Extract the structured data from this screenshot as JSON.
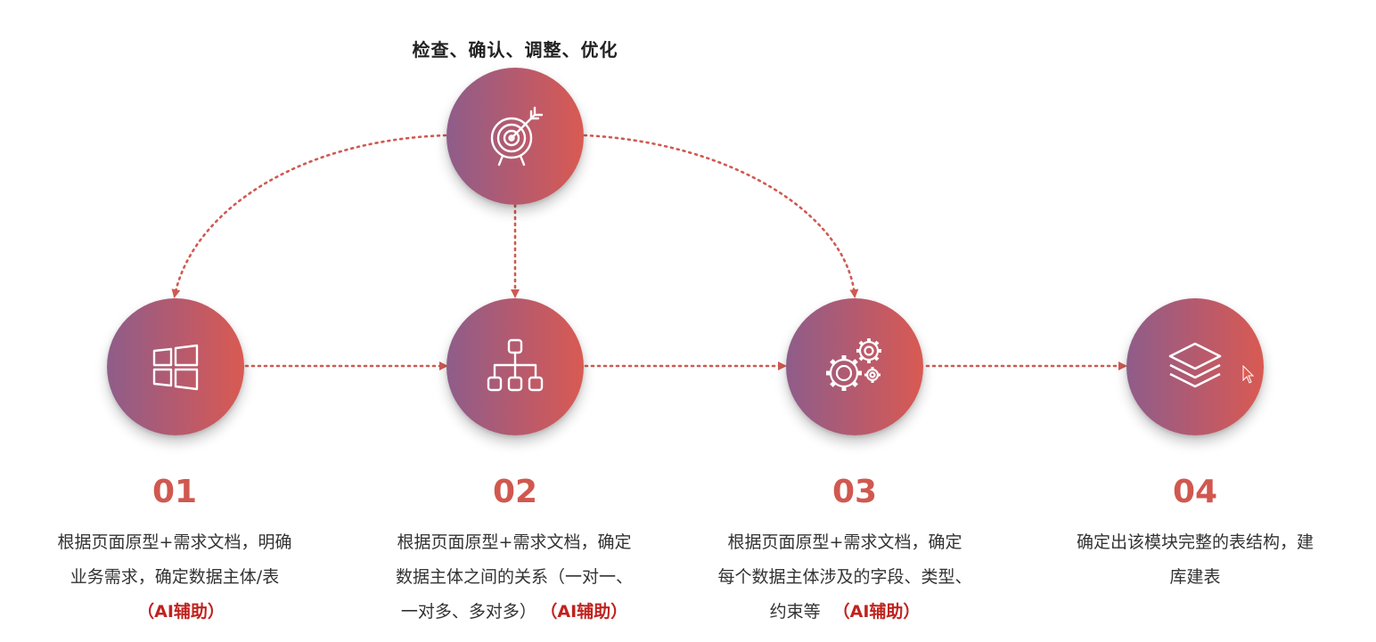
{
  "top": {
    "label": "检查、确认、调整、优化",
    "icon": "target-icon"
  },
  "accent_color": "#d0584f",
  "ai_color": "#c0231f",
  "steps": [
    {
      "number": "01",
      "icon": "windows-icon",
      "lines": [
        "根据页面原型+需求文档，明确",
        "业务需求，确定数据主体/表"
      ],
      "ai_tag": "（AI辅助）"
    },
    {
      "number": "02",
      "icon": "hierarchy-icon",
      "lines": [
        "根据页面原型+需求文档，确定",
        "数据主体之间的关系（一对一、",
        "一对多、多对多）"
      ],
      "ai_tag": "（AI辅助）"
    },
    {
      "number": "03",
      "icon": "gears-icon",
      "lines": [
        "根据页面原型+需求文档，确定",
        "每个数据主体涉及的字段、类型、",
        "约束等"
      ],
      "ai_tag": "（AI辅助）"
    },
    {
      "number": "04",
      "icon": "layers-icon",
      "lines": [
        "确定出该模块完整的表结构，建",
        "库建表"
      ],
      "ai_tag": ""
    }
  ]
}
